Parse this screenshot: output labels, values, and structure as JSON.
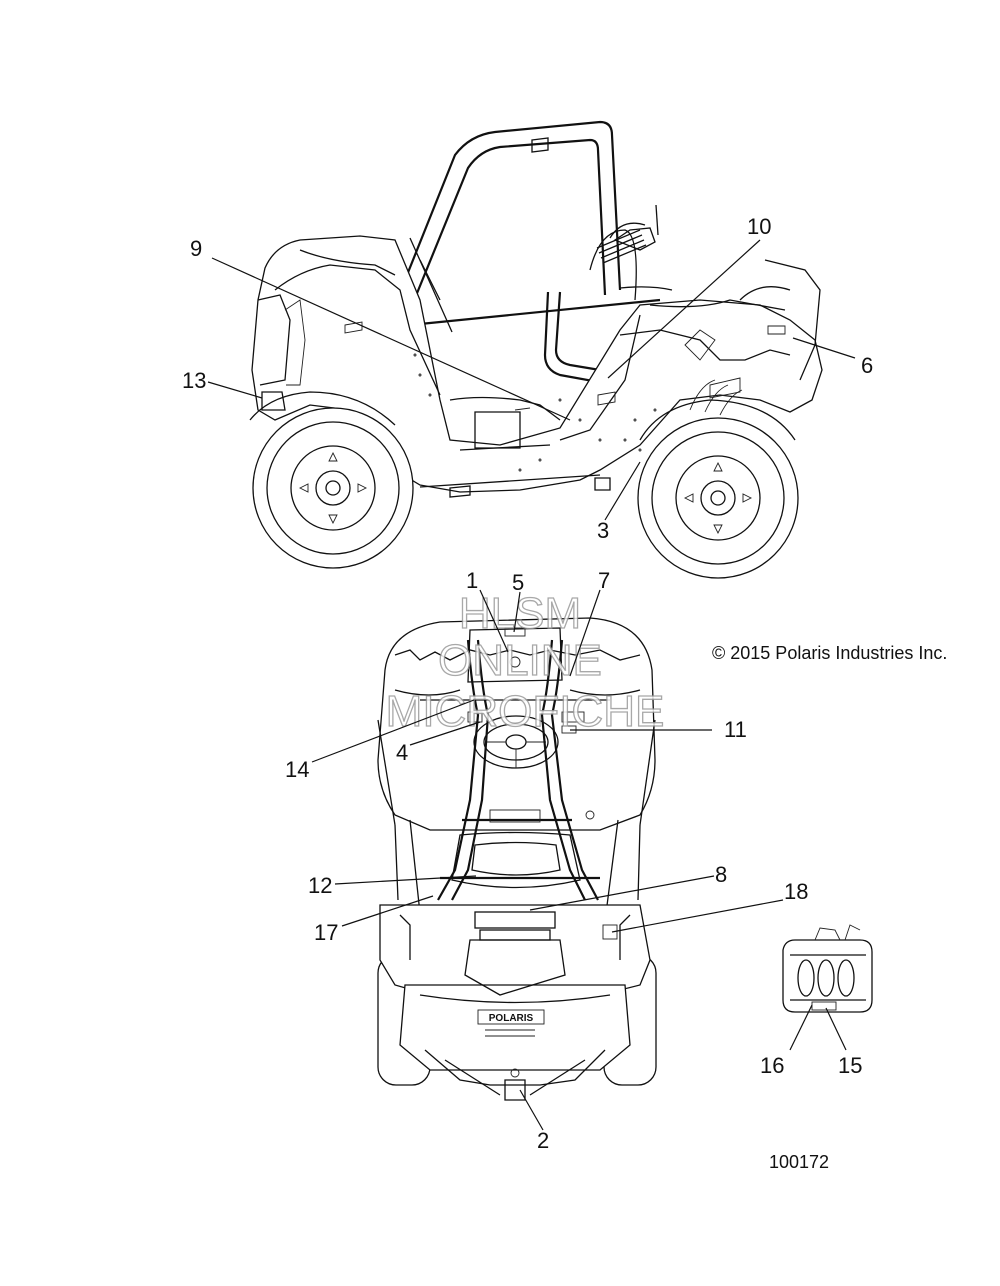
{
  "diagram": {
    "copyright": "© 2015 Polaris Industries Inc.",
    "figure_number": "100172",
    "watermark": [
      "HLSM",
      "ONLINE",
      "MICROFICHE"
    ],
    "callouts": [
      {
        "id": "c1",
        "label": "1"
      },
      {
        "id": "c2",
        "label": "2"
      },
      {
        "id": "c3",
        "label": "3"
      },
      {
        "id": "c4",
        "label": "4"
      },
      {
        "id": "c5",
        "label": "5"
      },
      {
        "id": "c6",
        "label": "6"
      },
      {
        "id": "c7",
        "label": "7"
      },
      {
        "id": "c8",
        "label": "8"
      },
      {
        "id": "c9",
        "label": "9"
      },
      {
        "id": "c10",
        "label": "10"
      },
      {
        "id": "c11",
        "label": "11"
      },
      {
        "id": "c12",
        "label": "12"
      },
      {
        "id": "c13",
        "label": "13"
      },
      {
        "id": "c14",
        "label": "14"
      },
      {
        "id": "c15",
        "label": "15"
      },
      {
        "id": "c16",
        "label": "16"
      },
      {
        "id": "c17",
        "label": "17"
      },
      {
        "id": "c18",
        "label": "18"
      }
    ],
    "top_view_badge": "POLARIS"
  }
}
